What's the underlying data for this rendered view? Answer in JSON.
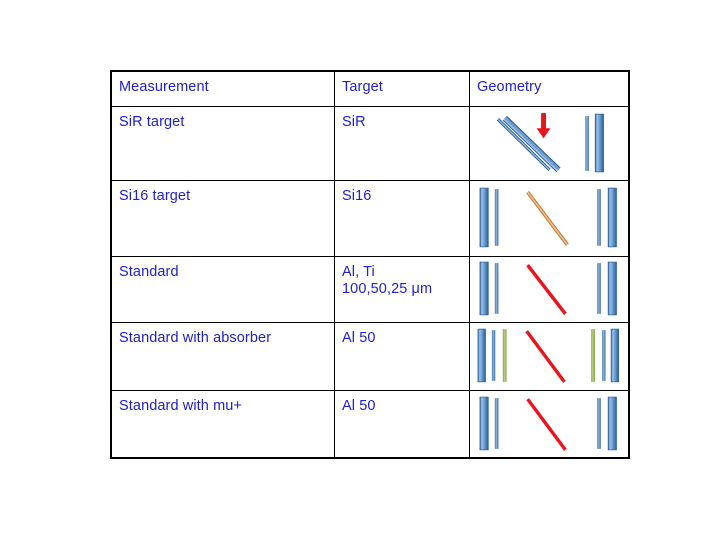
{
  "slide": {
    "background_color": "#FFFFFF",
    "text_color": "#2020CC",
    "border_color": "#000000"
  },
  "table": {
    "headers": [
      {
        "label": "Measurement",
        "name": "header-measurement"
      },
      {
        "label": "Target",
        "name": "header-target"
      },
      {
        "label": "Geometry",
        "name": "header-geometry"
      }
    ],
    "rows": [
      {
        "measurement": "SiR target",
        "target": "SiR",
        "geometry": {
          "type": "tilted-target-with-beam",
          "elements": [
            "blue-diagonal-bar-thin",
            "blue-diagonal-bar-thick",
            "red-down-arrow",
            "detector-bar-thin-blue",
            "detector-bar-thick-blue"
          ]
        }
      },
      {
        "measurement": "Si16 target",
        "target": "Si16",
        "geometry": {
          "type": "two-detector-stacks-with-tan-diagonal",
          "elements": [
            "detector-bar-thick-blue",
            "detector-bar-thin-blue",
            "tan-diagonal-bar",
            "detector-bar-thin-blue",
            "detector-bar-thick-blue"
          ]
        }
      },
      {
        "measurement": "Standard",
        "target": "Al, Ti\n100,50,25 μm",
        "geometry": {
          "type": "two-detector-stacks-with-red-diagonal",
          "elements": [
            "detector-bar-thick-blue",
            "detector-bar-thin-blue",
            "red-diagonal-bar",
            "detector-bar-thin-blue",
            "detector-bar-thick-blue"
          ]
        }
      },
      {
        "measurement": "Standard with absorber",
        "target": "Al 50",
        "geometry": {
          "type": "two-detector-stacks-with-absorber-and-red-diagonal",
          "elements": [
            "detector-bar-thick-blue",
            "detector-bar-thin-blue",
            "absorber-bar-green",
            "red-diagonal-bar",
            "absorber-bar-green",
            "detector-bar-thin-blue",
            "detector-bar-thick-blue"
          ]
        }
      },
      {
        "measurement": "Standard with mu+",
        "target": "Al 50",
        "geometry": {
          "type": "two-detector-stacks-with-red-diagonal",
          "elements": [
            "detector-bar-thick-blue",
            "detector-bar-thin-blue",
            "red-diagonal-bar",
            "detector-bar-thin-blue",
            "detector-bar-thick-blue"
          ]
        }
      }
    ]
  },
  "palette": {
    "text_blue": "#2020CC",
    "bar_blue_light": "#A8C8E8",
    "bar_blue_mid": "#5B92CE",
    "bar_blue_dark": "#2E5E93",
    "bar_green": "#9BBB59",
    "bar_green_dark": "#77933C",
    "arrow_red": "#E8151D",
    "line_red": "#E8151D",
    "bar_tan": "#E8A96A",
    "bar_tan_dark": "#C07B38"
  }
}
